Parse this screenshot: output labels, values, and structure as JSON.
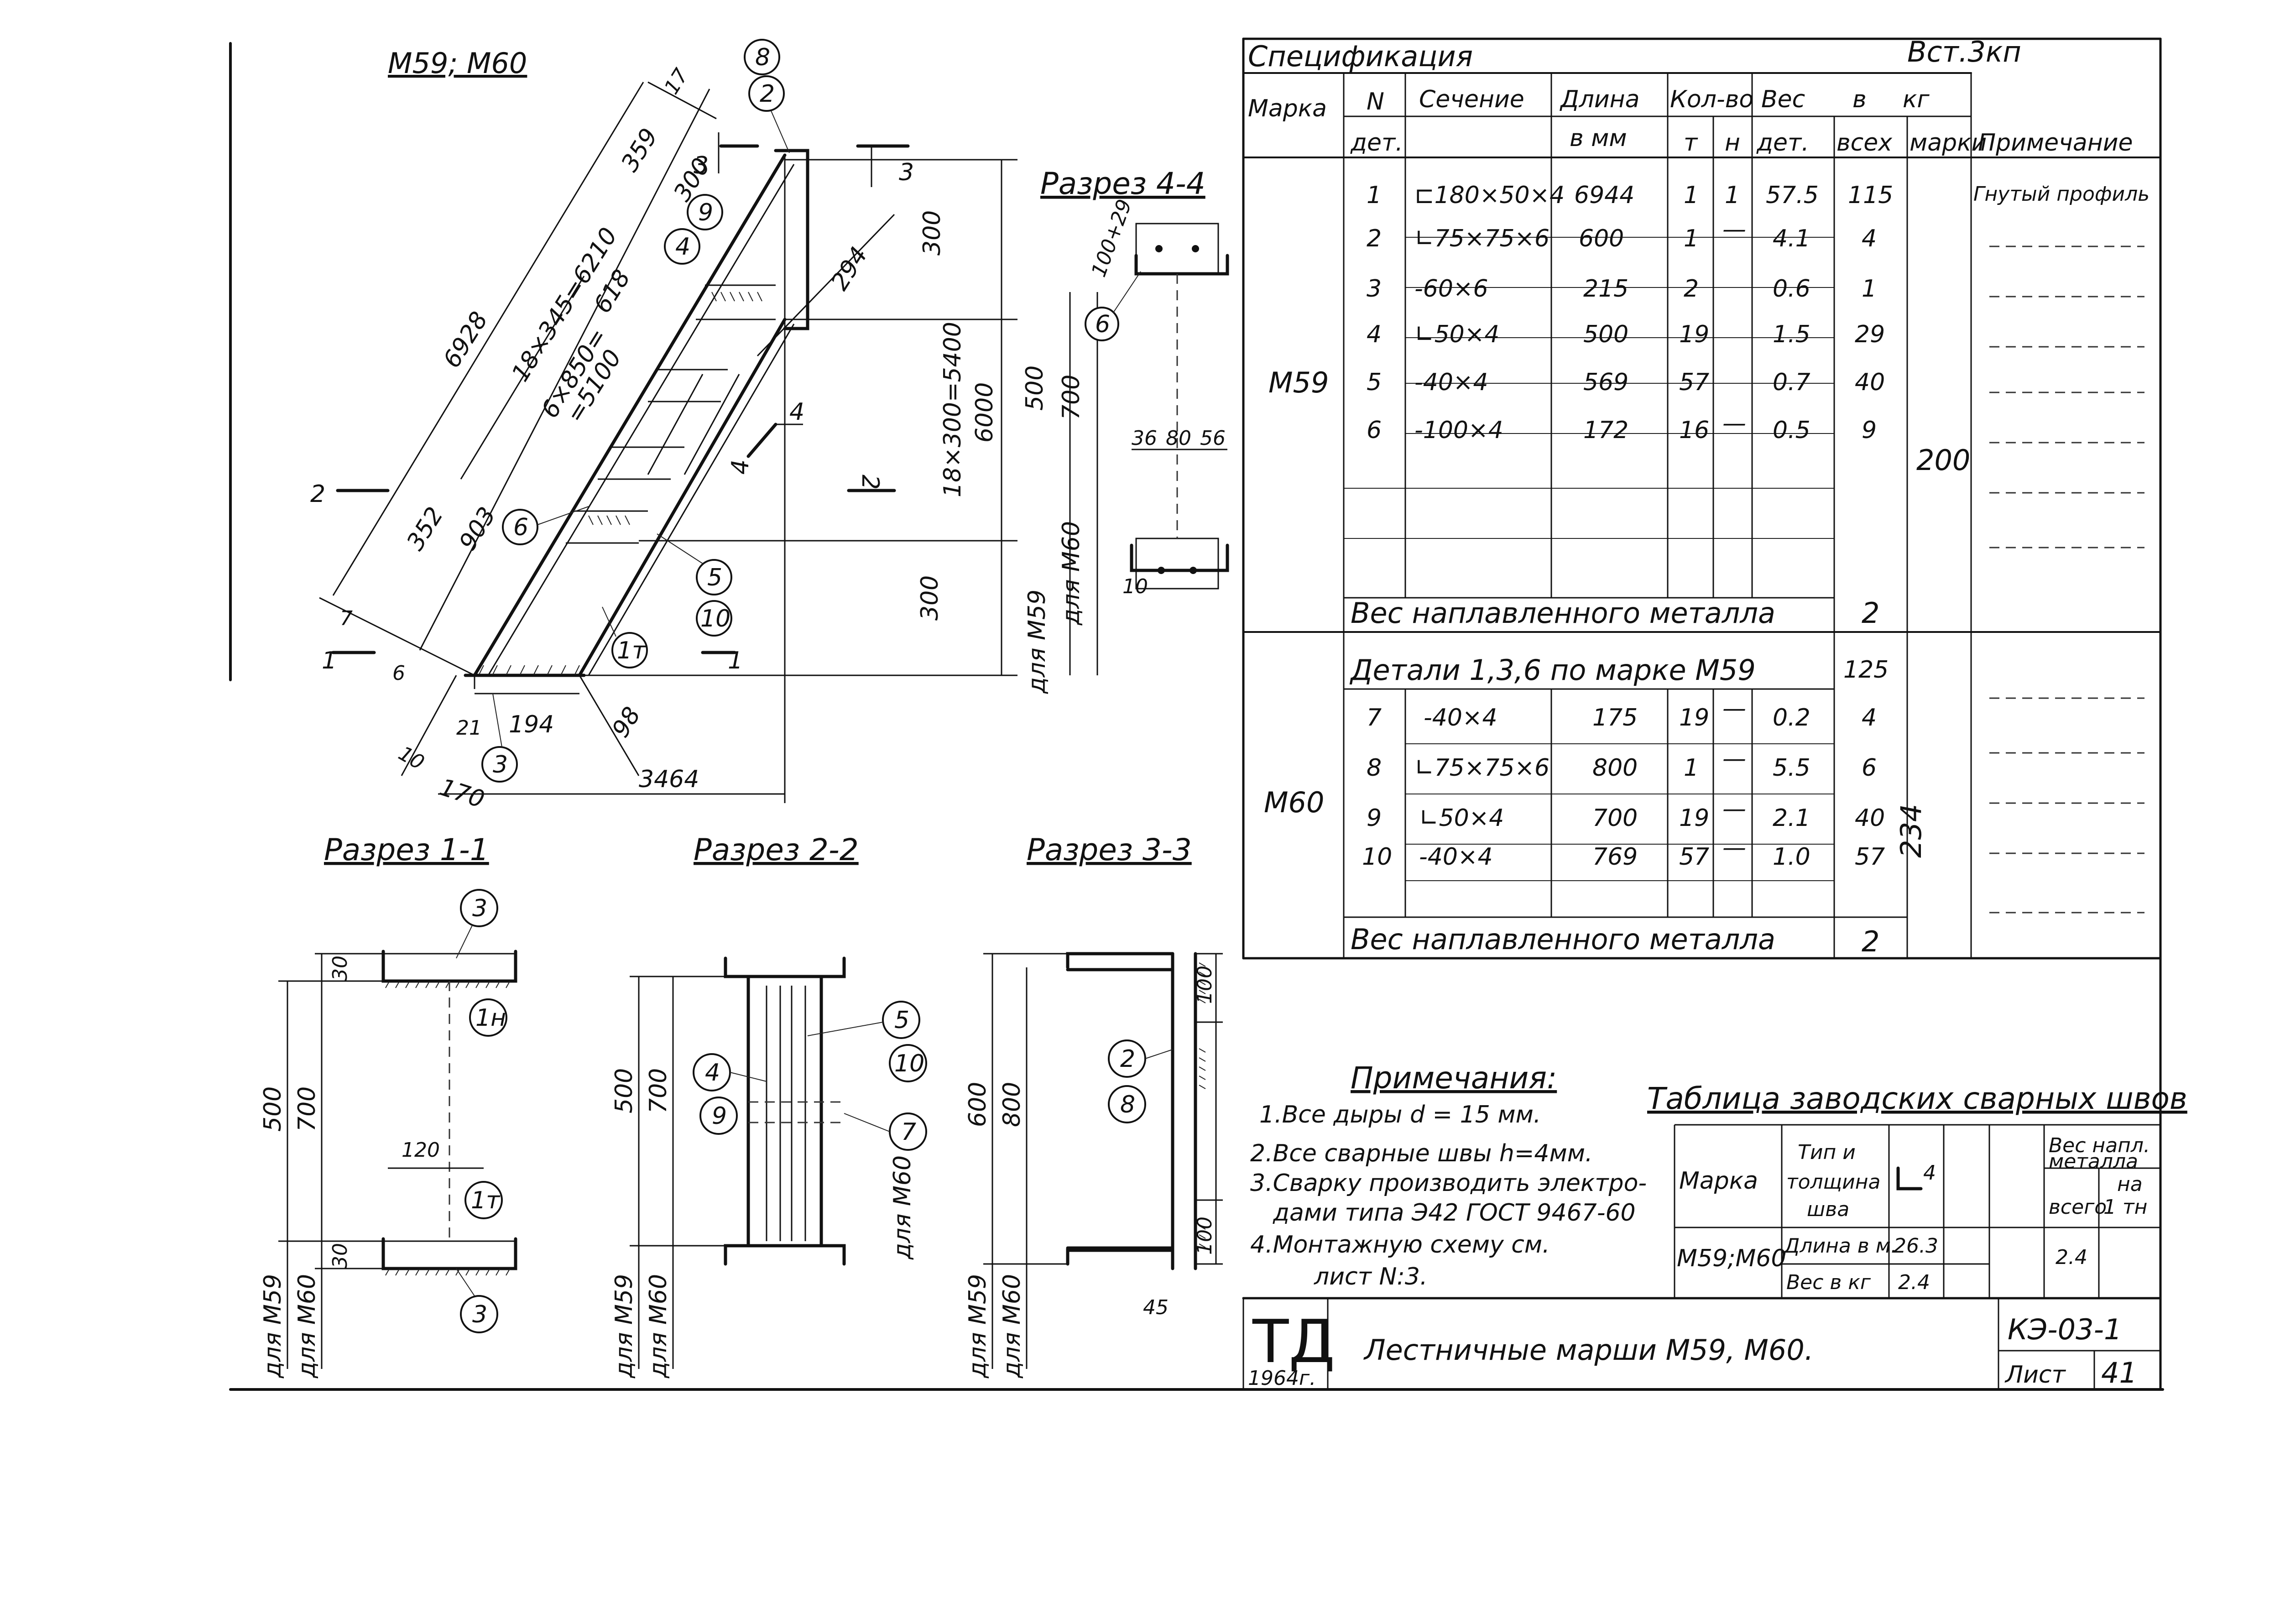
{
  "drawing": {
    "mark_title": "М59; М60",
    "section_4": "Разрез 4-4",
    "section_1": "Разрез 1-1",
    "section_2": "Разрез 2-2",
    "section_3": "Разрез 3-3",
    "dims_main": [
      "6928",
      "18×345=6210",
      "359",
      "300",
      "618",
      "6×850=",
      "=5100",
      "352",
      "903",
      "294",
      "300",
      "6000",
      "18×300=5400",
      "300",
      "3464",
      "170",
      "194",
      "98",
      "21",
      "10",
      "7",
      "6",
      "17"
    ],
    "dims_44": [
      "100+29",
      "36",
      "80",
      "56",
      "500",
      "700",
      "10"
    ],
    "dims_11": [
      "30",
      "500",
      "700",
      "120",
      "30"
    ],
    "dims_22": [
      "500",
      "700"
    ],
    "dims_33": [
      "100",
      "600",
      "800",
      "100",
      "45"
    ],
    "labels_m": [
      "для М59",
      "для М60"
    ],
    "cut_marks": [
      "1",
      "2",
      "3",
      "4"
    ],
    "balloons": [
      "8",
      "2",
      "9",
      "4",
      "6",
      "5",
      "10",
      "1т",
      "3",
      "1н"
    ]
  },
  "spec": {
    "title": "Спецификация",
    "steel": "Вст.3кп",
    "headers": {
      "marka": "Марка",
      "n": "N",
      "det": "дет.",
      "section": "Сечение",
      "length": "Длина",
      "length_unit": "в мм",
      "qty": "Кол-во",
      "t": "т",
      "h": "н",
      "weight": "Вес",
      "weight_unit": "в",
      "kg": "кг",
      "w_det": "дет.",
      "w_all": "всех",
      "w_mark": "марки",
      "note": "Примечание"
    },
    "m59_label": "М59",
    "m59_rows": [
      {
        "n": "1",
        "sec": "⊏180×50×4",
        "len": "6944",
        "t": "1",
        "h": "1",
        "wd": "57.5",
        "wa": "115",
        "note": "Гнутый профиль"
      },
      {
        "n": "2",
        "sec": "∟75×75×6",
        "len": "600",
        "t": "1",
        "h": "—",
        "wd": "4.1",
        "wa": "4",
        "note": ""
      },
      {
        "n": "3",
        "sec": "-60×6",
        "len": "215",
        "t": "2",
        "h": "",
        "wd": "0.6",
        "wa": "1",
        "note": ""
      },
      {
        "n": "4",
        "sec": "∟50×4",
        "len": "500",
        "t": "19",
        "h": "",
        "wd": "1.5",
        "wa": "29",
        "note": ""
      },
      {
        "n": "5",
        "sec": "-40×4",
        "len": "569",
        "t": "57",
        "h": "",
        "wd": "0.7",
        "wa": "40",
        "note": ""
      },
      {
        "n": "6",
        "sec": "-100×4",
        "len": "172",
        "t": "16",
        "h": "—",
        "wd": "0.5",
        "wa": "9",
        "note": ""
      }
    ],
    "m59_total": "200",
    "m59_weld_label": "Вес наплавленного металла",
    "m59_weld": "2",
    "m60_label": "М60",
    "m60_ref": "Детали 1,3,6 по марке М59",
    "m60_ref_val": "125",
    "m60_rows": [
      {
        "n": "7",
        "sec": "-40×4",
        "len": "175",
        "t": "19",
        "h": "—",
        "wd": "0.2",
        "wa": "4"
      },
      {
        "n": "8",
        "sec": "∟75×75×6",
        "len": "800",
        "t": "1",
        "h": "—",
        "wd": "5.5",
        "wa": "6"
      },
      {
        "n": "9",
        "sec": "∟50×4",
        "len": "700",
        "t": "19",
        "h": "—",
        "wd": "2.1",
        "wa": "40"
      },
      {
        "n": "10",
        "sec": "-40×4",
        "len": "769",
        "t": "57",
        "h": "—",
        "wd": "1.0",
        "wa": "57"
      }
    ],
    "m60_total": "234",
    "m60_weld_label": "Вес наплавленного металла",
    "m60_weld": "2"
  },
  "notes": {
    "title": "Примечания:",
    "items": [
      "1.Все дыры d = 15 мм.",
      "2.Все сварные швы h=4мм.",
      "3.Сварку производить электро-",
      "дами типа Э42 ГОСТ 9467-60",
      "4.Монтажную схему см.",
      "лист N:3."
    ]
  },
  "welds": {
    "title": "Таблица заводских сварных швов",
    "marka": "Марка",
    "type": "Тип и",
    "thick": "толщина",
    "shva": "шва",
    "symbol": "4",
    "weight_head": "Вес напл.",
    "metal": "металла",
    "total": "всего",
    "per_t": "на",
    "per_t2": "1 тн",
    "row_mark": "М59;М60",
    "len_label": "Длина в м.",
    "len_val": "26.3",
    "wt_label": "Вес в кг",
    "wt_val": "2.4",
    "all_val": "2.4"
  },
  "title_block": {
    "logo": "ТД",
    "year": "1964г.",
    "name": "Лестничные марши М59, М60.",
    "code": "КЭ-03-1",
    "sheet_label": "Лист",
    "sheet_no": "41"
  }
}
